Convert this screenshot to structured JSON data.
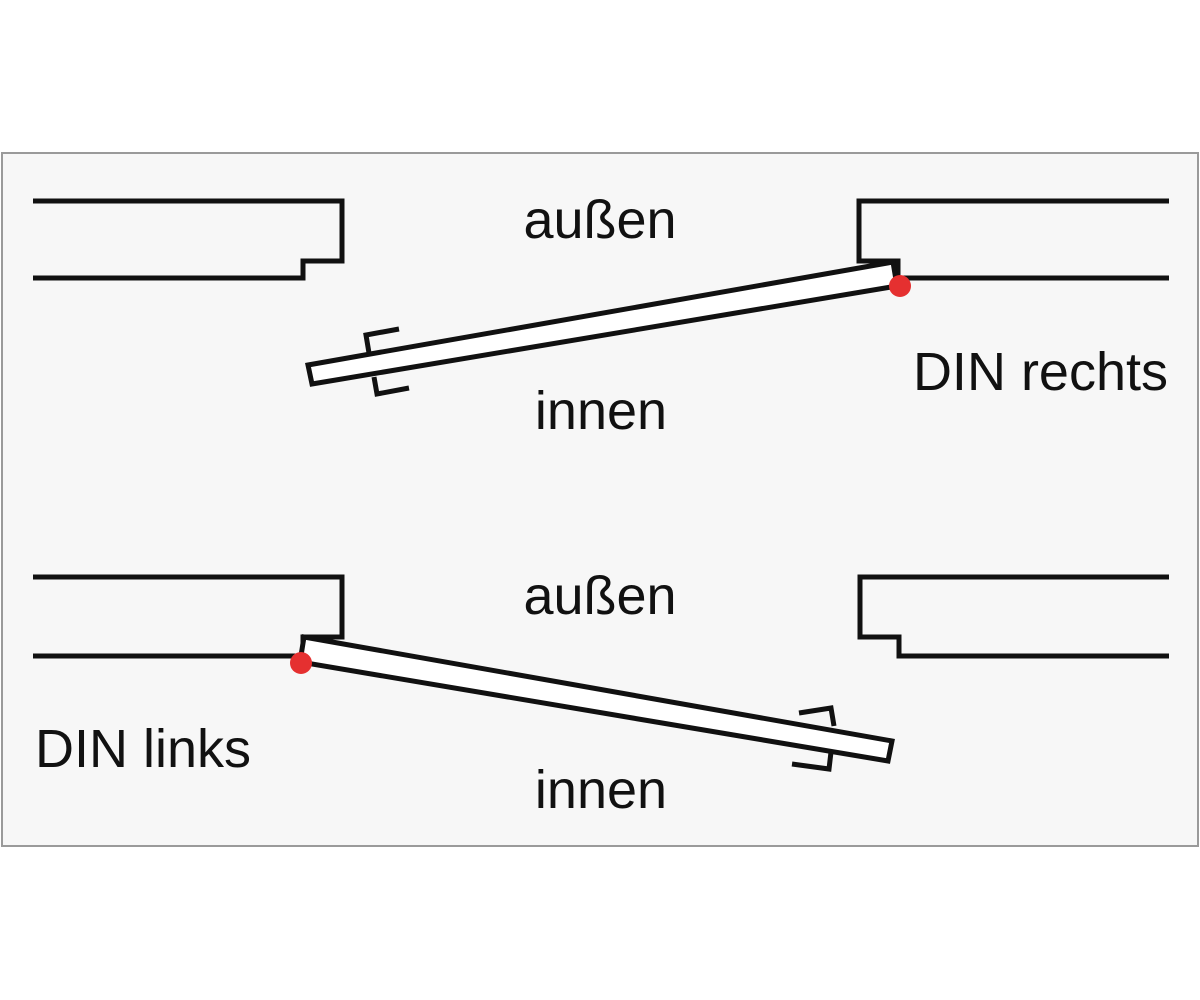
{
  "colors": {
    "background": "#ffffff",
    "panel_background": "#f7f7f7",
    "panel_border": "#9a9a9a",
    "line": "#111111",
    "hinge": "#e53030"
  },
  "top": {
    "outside_label": "außen",
    "inside_label": "innen",
    "din_label": "DIN rechts"
  },
  "bottom": {
    "outside_label": "außen",
    "inside_label": "innen",
    "din_label": "DIN links"
  }
}
